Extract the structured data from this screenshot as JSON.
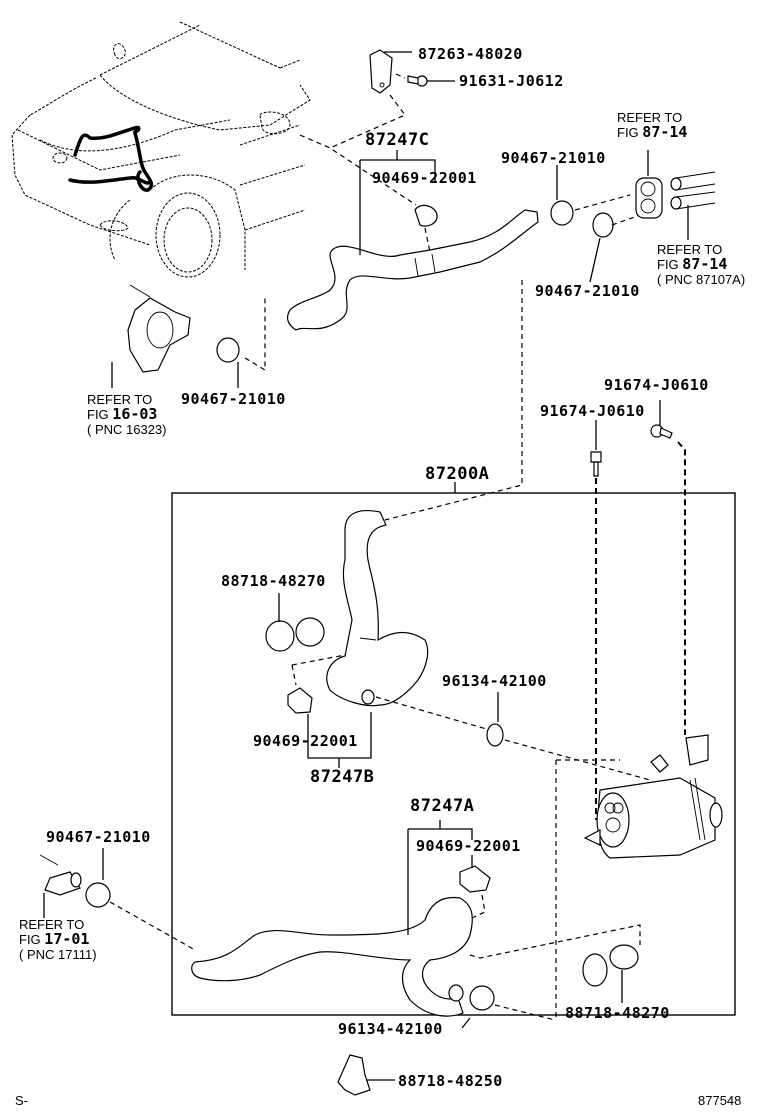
{
  "diagram": {
    "title_code": "877548",
    "corner_mark": "S-",
    "labels": {
      "bracket": "87263-48020",
      "bolt_top": "91631-J0612",
      "hose_c": "87247C",
      "clamp_c": "90469-22001",
      "clamp_top_right_1": "90467-21010",
      "clamp_top_right_2": "90467-21010",
      "clamp_left_upper": "90467-21010",
      "bolt_1": "91674-J0610",
      "bolt_2": "91674-J0610",
      "heater_assy": "87200A",
      "clamp_pair_upper": "88718-48270",
      "clamp_b": "90469-22001",
      "hose_b": "87247B",
      "clip_upper": "96134-42100",
      "hose_a": "87247A",
      "clamp_a": "90469-22001",
      "clamp_left_lower": "90467-21010",
      "clamp_pair_lower": "88718-48270",
      "clip_lower": "96134-42100",
      "clamp_bottom": "88718-48250"
    },
    "references": [
      {
        "id": "ref-87-14-top",
        "line1": "REFER TO",
        "fig_prefix": "FIG",
        "fig": "87-14",
        "pnc": ""
      },
      {
        "id": "ref-87-14-bottom",
        "line1": "REFER TO",
        "fig_prefix": "FIG",
        "fig": "87-14",
        "pnc": "( PNC 87107A)"
      },
      {
        "id": "ref-16-03",
        "line1": "REFER TO",
        "fig_prefix": "FIG",
        "fig": "16-03",
        "pnc": "( PNC 16323)"
      },
      {
        "id": "ref-17-01",
        "line1": "REFER TO",
        "fig_prefix": "FIG",
        "fig": "17-01",
        "pnc": "( PNC 17111)"
      }
    ]
  }
}
